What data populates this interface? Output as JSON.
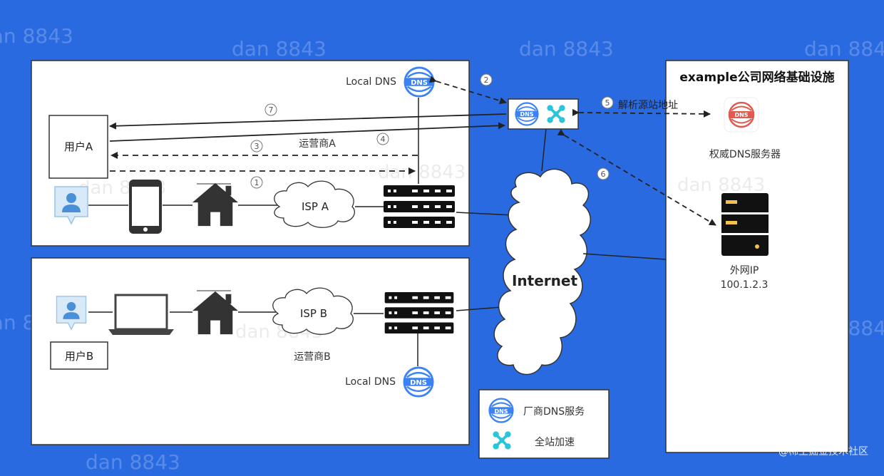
{
  "watermark": {
    "text": "dan 8843"
  },
  "footer_credit": "@稀土掘金技术社区",
  "panel_a": {
    "user_label": "用户A",
    "isp_label": "ISP A",
    "carrier_label": "运营商A",
    "local_dns_label": "Local DNS"
  },
  "panel_b": {
    "user_label": "用户B",
    "isp_label": "ISP B",
    "carrier_label": "运营商B",
    "local_dns_label": "Local DNS"
  },
  "internet_label": "Internet",
  "infra_panel": {
    "title": "example公司网络基础设施",
    "auth_dns_label": "权威DNS服务器",
    "external_ip_label": "外网IP",
    "external_ip_value": "100.1.2.3"
  },
  "flow_steps": [
    {
      "num": "1"
    },
    {
      "num": "2"
    },
    {
      "num": "3"
    },
    {
      "num": "4"
    },
    {
      "num": "5",
      "note": "解析源站地址"
    },
    {
      "num": "6"
    },
    {
      "num": "7"
    }
  ],
  "legend": {
    "items": [
      {
        "icon": "dns-icon",
        "label": "厂商DNS服务"
      },
      {
        "icon": "acceleration-icon",
        "label": "全站加速"
      }
    ]
  },
  "dns_icon_text": "DNS",
  "colors": {
    "background": "#2a6ae0",
    "dns_blue": "#3b82f6",
    "accel_cyan": "#2bc4d8",
    "auth_dns_red": "#e05a4f"
  }
}
